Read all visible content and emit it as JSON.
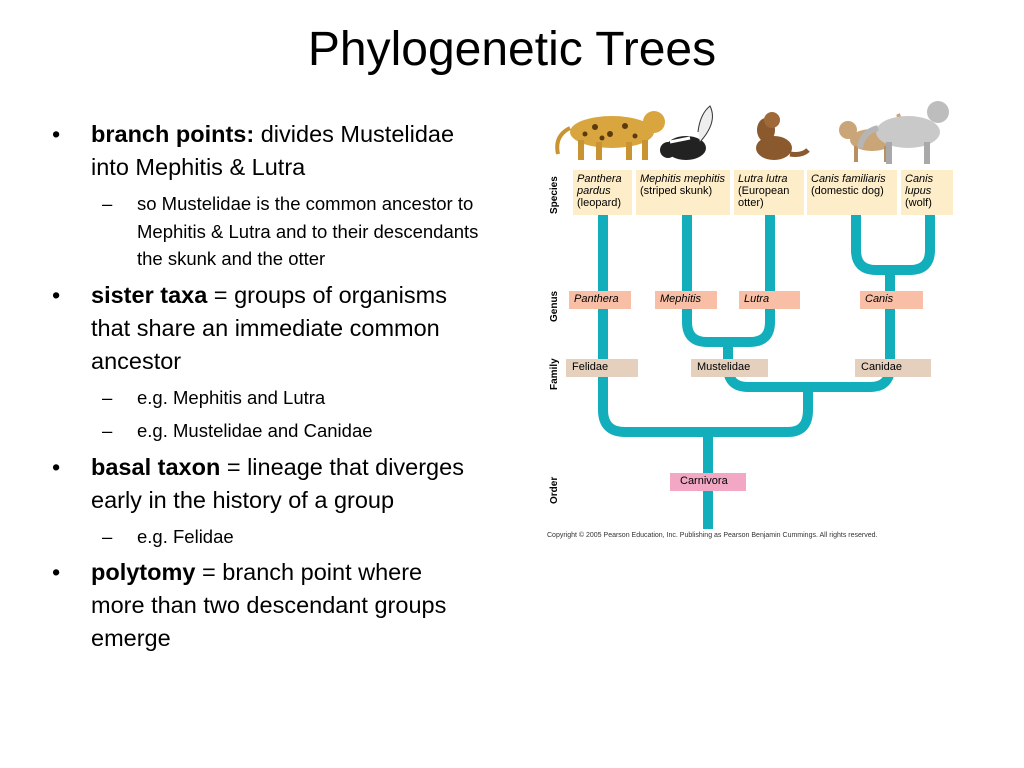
{
  "title": "Phylogenetic Trees",
  "bullets": [
    {
      "term": "branch points:",
      "text": " divides Mustelidae into Mephitis & Lutra",
      "subs": [
        "so Mustelidae is the common ancestor to Mephitis & Lutra and to their descendants the skunk and the otter"
      ]
    },
    {
      "term": "sister taxa",
      "text": " = groups of organisms that share an immediate common ancestor",
      "subs": [
        "e.g. Mephitis and Lutra",
        "e.g. Mustelidae and Canidae"
      ]
    },
    {
      "term": "basal taxon",
      "text": " = lineage that diverges early in the history of a group",
      "subs": [
        "e.g. Felidae"
      ]
    },
    {
      "term": "polytomy",
      "text": " = branch point where more than two descendant groups emerge",
      "subs": []
    }
  ],
  "diagram": {
    "ranks": {
      "species": "Species",
      "genus": "Genus",
      "family": "Family",
      "order": "Order"
    },
    "species": [
      {
        "latin": "Panthera pardus",
        "common": "(leopard)"
      },
      {
        "latin": "Mephitis mephitis",
        "common": "(striped skunk)"
      },
      {
        "latin": "Lutra lutra",
        "common": "(European otter)"
      },
      {
        "latin": "Canis familiaris",
        "common": "(domestic dog)"
      },
      {
        "latin": "Canis lupus",
        "common": "(wolf)"
      }
    ],
    "genera": [
      "Panthera",
      "Mephitis",
      "Lutra",
      "Canis"
    ],
    "families": [
      "Felidae",
      "Mustelidae",
      "Canidae"
    ],
    "order": "Carnivora",
    "copyright": "Copyright © 2005 Pearson Education, Inc. Publishing as Pearson Benjamin Cummings. All rights reserved.",
    "colors": {
      "branch": "#12aebb",
      "species_bg": "#fdeec9",
      "genus_bg": "#f8bfa6",
      "family_bg": "#e5d0bd",
      "order_bg": "#f2a7c4"
    },
    "animals": [
      "leopard-illustration",
      "skunk-illustration",
      "otter-illustration",
      "dog-illustration",
      "wolf-illustration"
    ]
  }
}
